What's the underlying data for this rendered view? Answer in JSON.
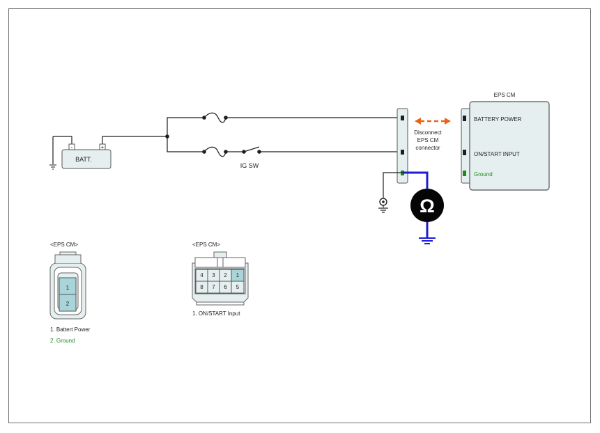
{
  "colors": {
    "wire": "#1e1e1e",
    "module_fill": "#e6efef",
    "pin_highlight": "#a9d4d9",
    "ground_text": "#1a8a1a",
    "meter_wire": "#1c1cd6",
    "arrow": "#e8641c"
  },
  "battery": {
    "label": "BATT.",
    "minus": "-",
    "plus": "+"
  },
  "switch": {
    "label": "IG SW"
  },
  "connector_note": {
    "line1": "Disconnect",
    "line2": "EPS CM",
    "line3": "connector"
  },
  "module": {
    "title": "EPS CM",
    "pins": [
      {
        "label": "BATTERY POWER"
      },
      {
        "label": "ON/START INPUT"
      },
      {
        "label": "Ground"
      }
    ]
  },
  "meter": {
    "symbol": "Ω",
    "icon": "ohmmeter-icon"
  },
  "connector_a": {
    "title": "<EPS CM>",
    "cells": [
      "1",
      "2"
    ],
    "legend": [
      "1.   Battert Power",
      "2. Ground"
    ]
  },
  "connector_b": {
    "title": "<EPS CM>",
    "top_row": [
      "4",
      "3",
      "2",
      "1"
    ],
    "bottom_row": [
      "8",
      "7",
      "6",
      "5"
    ],
    "legend": [
      "1.   ON/START Input"
    ]
  }
}
